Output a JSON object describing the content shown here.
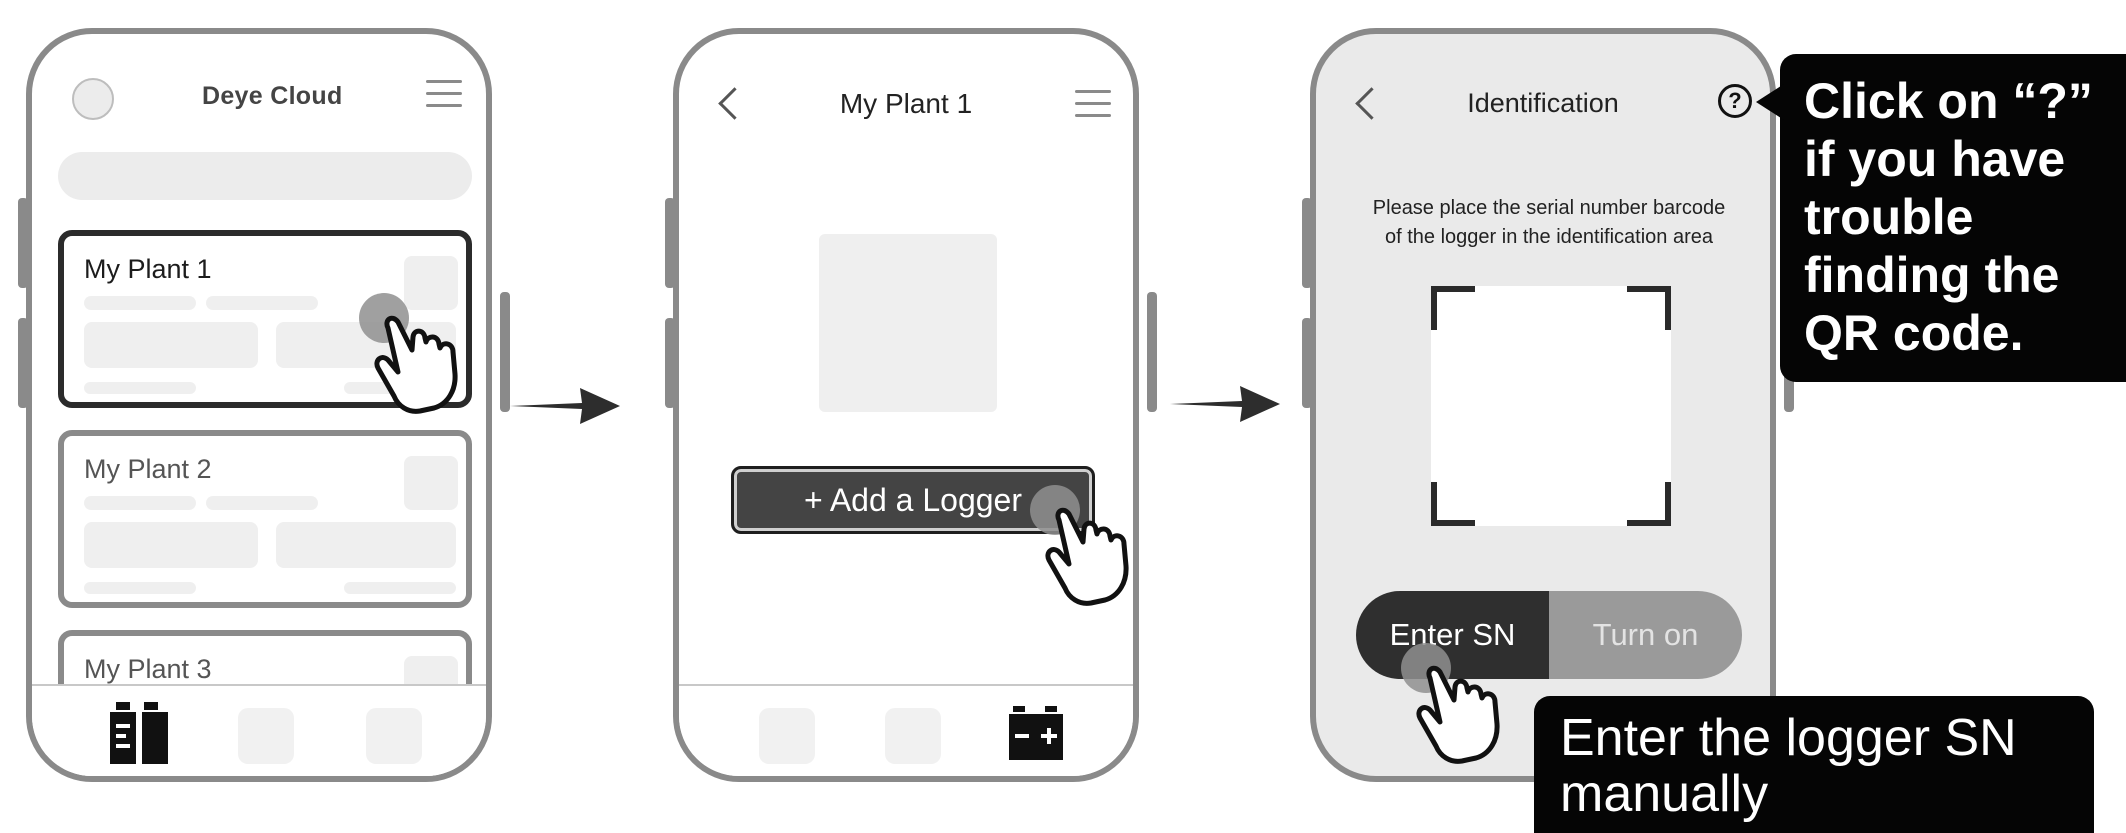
{
  "screen1": {
    "app_title": "Deye Cloud",
    "plants": [
      {
        "name": "My Plant 1"
      },
      {
        "name": "My Plant 2"
      },
      {
        "name": "My Plant 3"
      }
    ]
  },
  "screen2": {
    "title": "My Plant 1",
    "add_logger_label": "+ Add a Logger"
  },
  "screen3": {
    "title": "Identification",
    "help_icon": "?",
    "instruction_line1": "Please place the serial number barcode",
    "instruction_line2": "of the logger in the identification area",
    "enter_sn_label": "Enter SN",
    "turn_on_label": "Turn on"
  },
  "callouts": {
    "help_text": "Click on “?” if you have trouble finding the QR code.",
    "help_lines": [
      "Click on “?”",
      "if you have",
      "trouble",
      "finding the",
      "QR code."
    ],
    "sn_lines": [
      "Enter the logger SN",
      "manually"
    ]
  },
  "colors": {
    "phone_frame": "#8a8a8a",
    "active_card_border": "#2b2b2b",
    "callout_bg": "#050505"
  }
}
